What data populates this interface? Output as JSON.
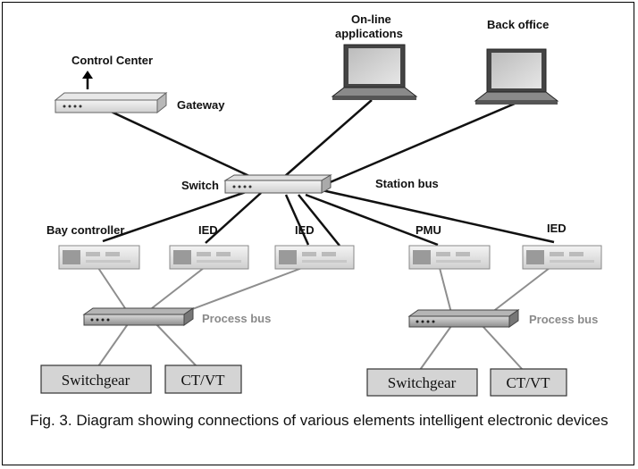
{
  "labels": {
    "control_center": "Control Center",
    "gateway": "Gateway",
    "online_apps_line1": "On-line",
    "online_apps_line2": "applications",
    "back_office": "Back office",
    "switch": "Switch",
    "station_bus": "Station bus",
    "bay_controller": "Bay controller",
    "ied_1": "IED",
    "ied_2": "IED",
    "pmu": "PMU",
    "ied_3": "IED",
    "process_bus_left": "Process bus",
    "process_bus_right": "Process bus",
    "switchgear_left": "Switchgear",
    "ctvt_left": "CT/VT",
    "switchgear_right": "Switchgear",
    "ctvt_right": "CT/VT"
  },
  "caption": "Fig. 3. Diagram showing connections of various elements intelligent electronic devices"
}
